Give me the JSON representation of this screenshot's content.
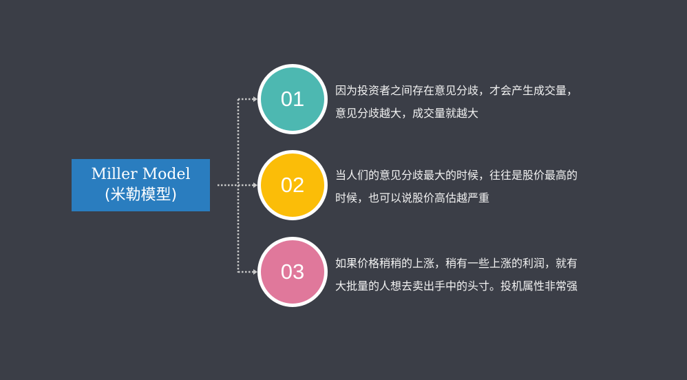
{
  "title": {
    "en": "Miller Model",
    "cn": "(米勒模型)",
    "bg_color": "#2a7dbf"
  },
  "items": [
    {
      "number": "01",
      "color": "#4db8b1",
      "lines": [
        "因为投资者之间存在意见分歧，才会产生成交量，",
        "意见分歧越大，成交量就越大"
      ]
    },
    {
      "number": "02",
      "color": "#fbbd08",
      "lines": [
        "当人们的意见分歧最大的时候，往往是股价最高的",
        "时候，也可以说股价高估越严重"
      ]
    },
    {
      "number": "03",
      "color": "#e0789b",
      "lines": [
        "如果价格稍稍的上涨，稍有一些上涨的利润，就有",
        "大批量的人想去卖出手中的头寸。投机属性非常强"
      ]
    }
  ],
  "background_color": "#3b3e47"
}
